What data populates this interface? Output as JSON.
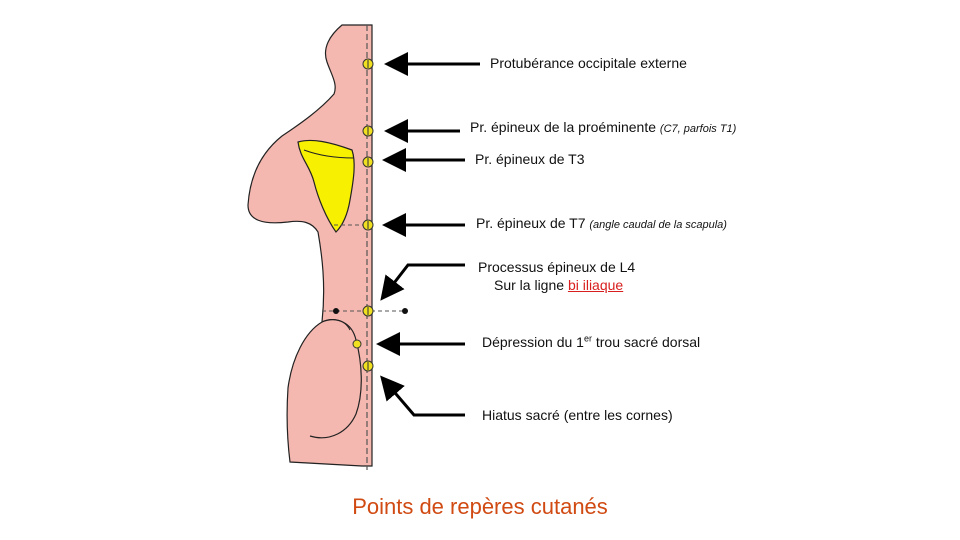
{
  "title": "Points de repères cutanés",
  "labels": {
    "occipital": "Protubérance  occipitale externe",
    "c7_main": "Pr. épineux de la proéminente",
    "c7_note": "(C7, parfois T1)",
    "t3": "Pr. épineux de T3",
    "t7_main": "Pr. épineux de T7",
    "t7_note": "(angle caudal de la scapula)",
    "l4_line1": "Processus épineux de L4",
    "l4_line2_prefix": "Sur la ligne",
    "l4_line2_link": "bi iliaque",
    "sacral_prefix": "Dépression du 1",
    "sacral_sup": "er",
    "sacral_suffix": "trou sacré dorsal",
    "hiatus": "Hiatus sacré (entre les cornes)"
  },
  "colors": {
    "skin": "#f5b8b0",
    "scapula": "#f7f000",
    "landmark": "#f0e020",
    "title": "#d04a12",
    "underlined_term": "#d81e1e"
  }
}
